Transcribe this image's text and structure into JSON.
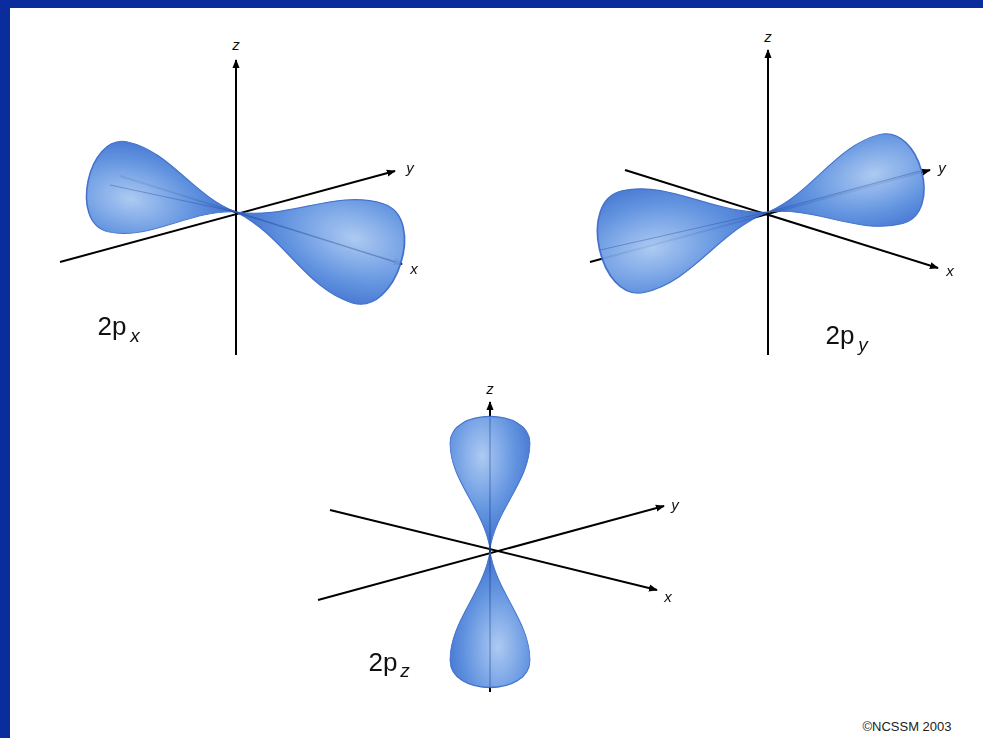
{
  "diagram": {
    "labels": [
      "z",
      "y",
      "x",
      "2p",
      "x",
      "z",
      "y",
      "x",
      "2p",
      "y",
      "z",
      "y",
      "x",
      "2p",
      "z",
      "©NCSSM 2003"
    ]
  }
}
